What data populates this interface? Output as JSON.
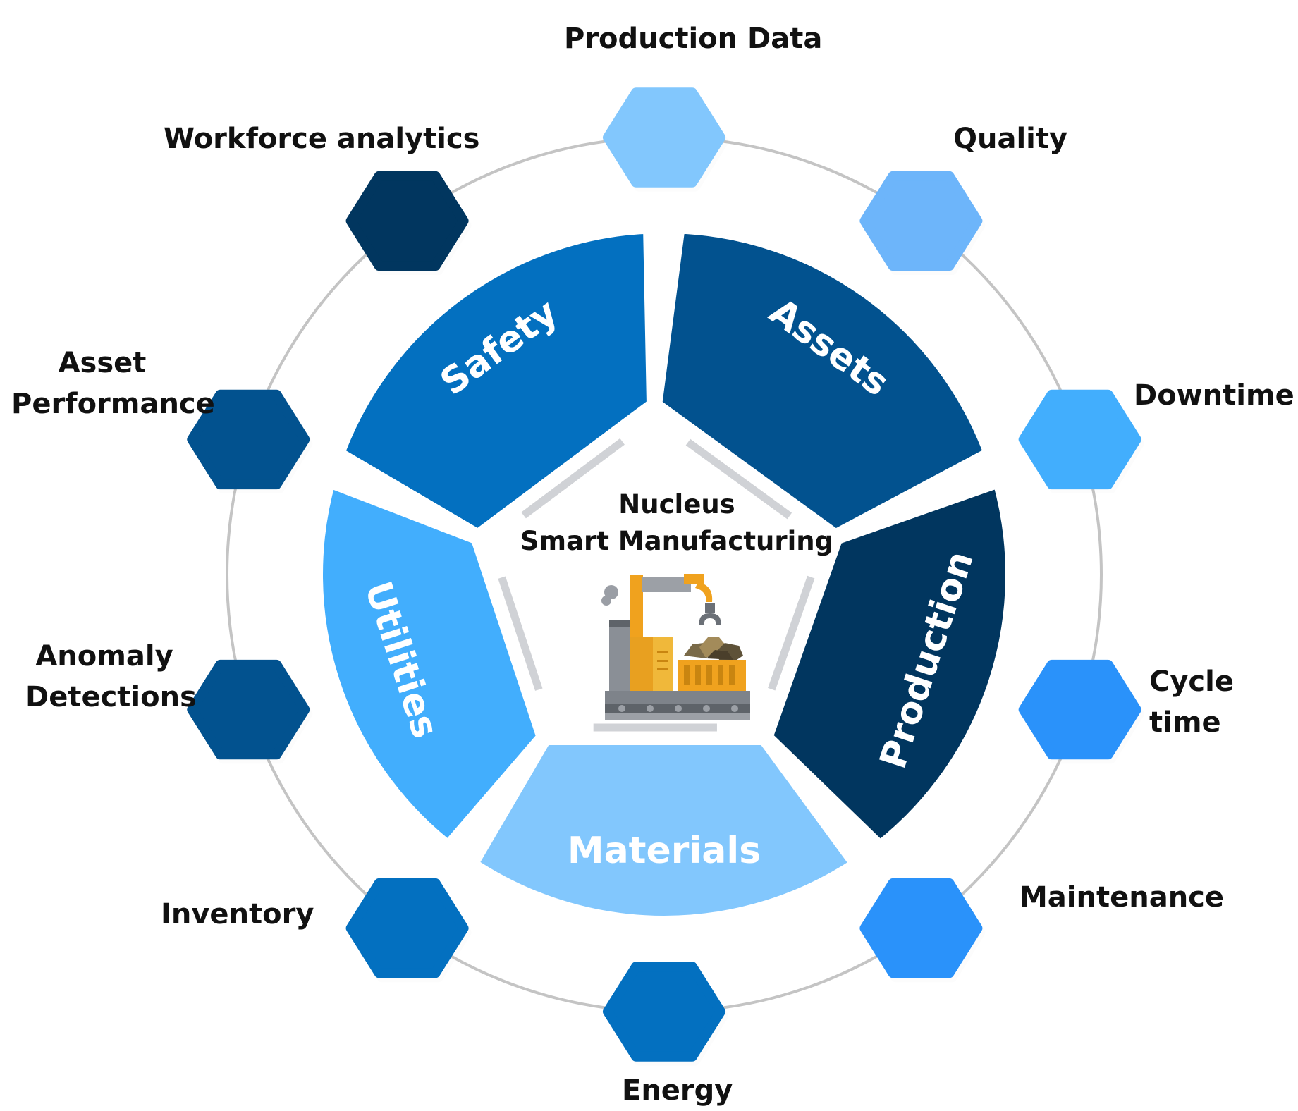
{
  "center": {
    "title_line1": "Nucleus",
    "title_line2": "Smart Manufacturing",
    "icon": "factory-robot-arm-icon"
  },
  "segments": [
    {
      "key": "safety",
      "label": "Safety",
      "color": "#0370C0"
    },
    {
      "key": "assets",
      "label": "Assets",
      "color": "#02528F"
    },
    {
      "key": "production",
      "label": "Production",
      "color": "#01365F"
    },
    {
      "key": "materials",
      "label": "Materials",
      "color": "#82C7FD"
    },
    {
      "key": "utilities",
      "label": "Utilities",
      "color": "#42AEFD"
    }
  ],
  "nodes": [
    {
      "key": "production-data",
      "label": "Production Data",
      "color": "#82C7FD"
    },
    {
      "key": "quality",
      "label": "Quality",
      "color": "#6DB5FA"
    },
    {
      "key": "downtime",
      "label": "Downtime",
      "color": "#42AEFD"
    },
    {
      "key": "cycle-time",
      "label": "Cycle time",
      "color": "#2A92FA"
    },
    {
      "key": "maintenance",
      "label": "Maintenance",
      "color": "#2A92FA"
    },
    {
      "key": "energy",
      "label": "Energy",
      "color": "#0370C0"
    },
    {
      "key": "inventory",
      "label": "Inventory",
      "color": "#0370C0"
    },
    {
      "key": "anomaly-detections",
      "label": "Anomaly\nDetections",
      "color": "#02528F"
    },
    {
      "key": "asset-performance",
      "label": "Asset\nPerformance",
      "color": "#02528F"
    },
    {
      "key": "workforce-analytics",
      "label": "Workforce analytics",
      "color": "#01365F"
    }
  ],
  "ring_color": "#C4C4C4",
  "divider_color": "#D0D2D6"
}
